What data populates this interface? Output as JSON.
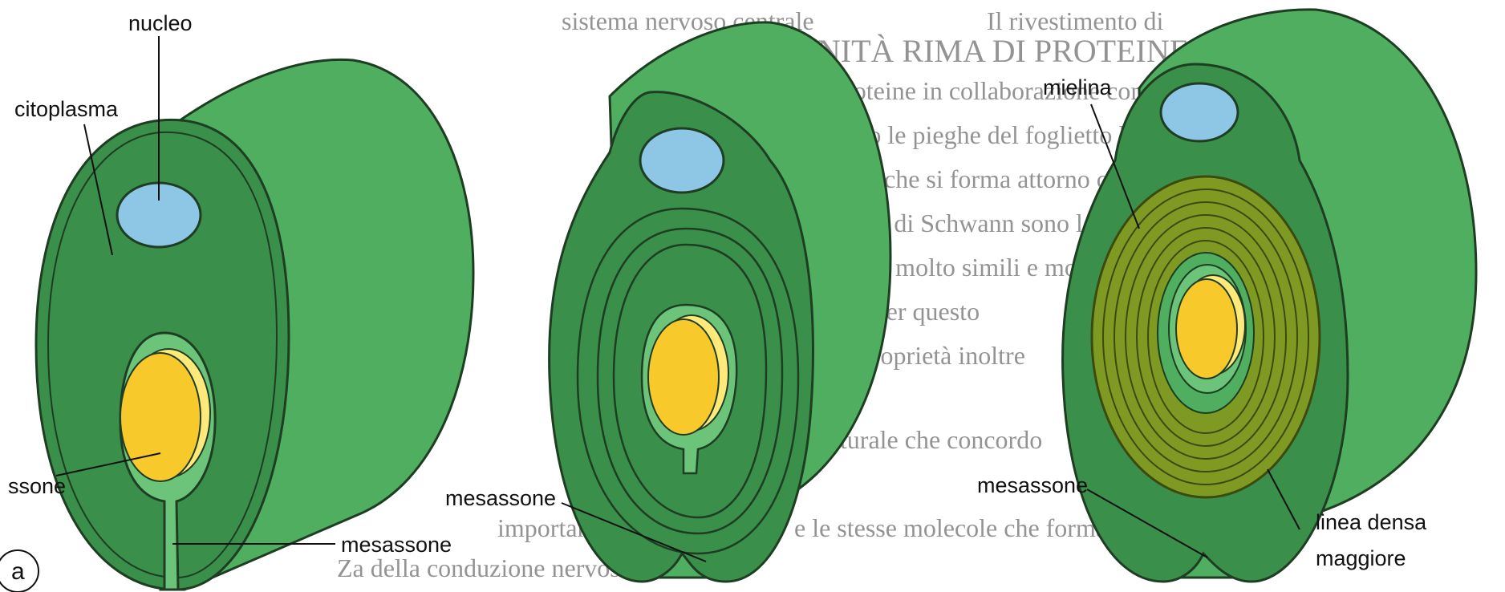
{
  "labels": {
    "nucleo": "nucleo",
    "citoplasma": "citoplasma",
    "assone": "ssone",
    "mesassone_a": "mesassone",
    "mesassone_b": "mesassone",
    "mesassone_c": "mesassone",
    "mielina": "mielina",
    "linea_densa_1": "linea densa",
    "linea_densa_2": "maggiore",
    "panel_letter": "a"
  },
  "background_text": {
    "top_left": "sistema nervoso centrale",
    "top_right": "Il rivestimento di",
    "lines_right": [
      "UNITÀ RIMA DI PROTEINE",
      "del proteine in collaborazione con",
      "formano le pieghe del foglietto lipidico",
      "lo strato che si forma attorno che si",
      "le cellule di Schwann sono le stesse",
      "di cellule molto simili e molecole",
      "Questo per questo",
      "molte proprietà inoltre",
      "strutturale che concordo",
      "e le stesse molecole che formano la"
    ],
    "bottom_middle_1": "importante ruolo biologico",
    "bottom_middle_2": "Za della conduzione nervosa."
  },
  "colors": {
    "green_face": "#3a8f4a",
    "green_body": "#4fae5f",
    "green_light": "#6cc47a",
    "green_dark_outline": "#1e3d22",
    "nucleus": "#8ec6e6",
    "axon": "#f7c92b",
    "axon_rim": "#ffe97a",
    "myelin": "#7f9a22",
    "myelin_line": "#3c4a10"
  }
}
